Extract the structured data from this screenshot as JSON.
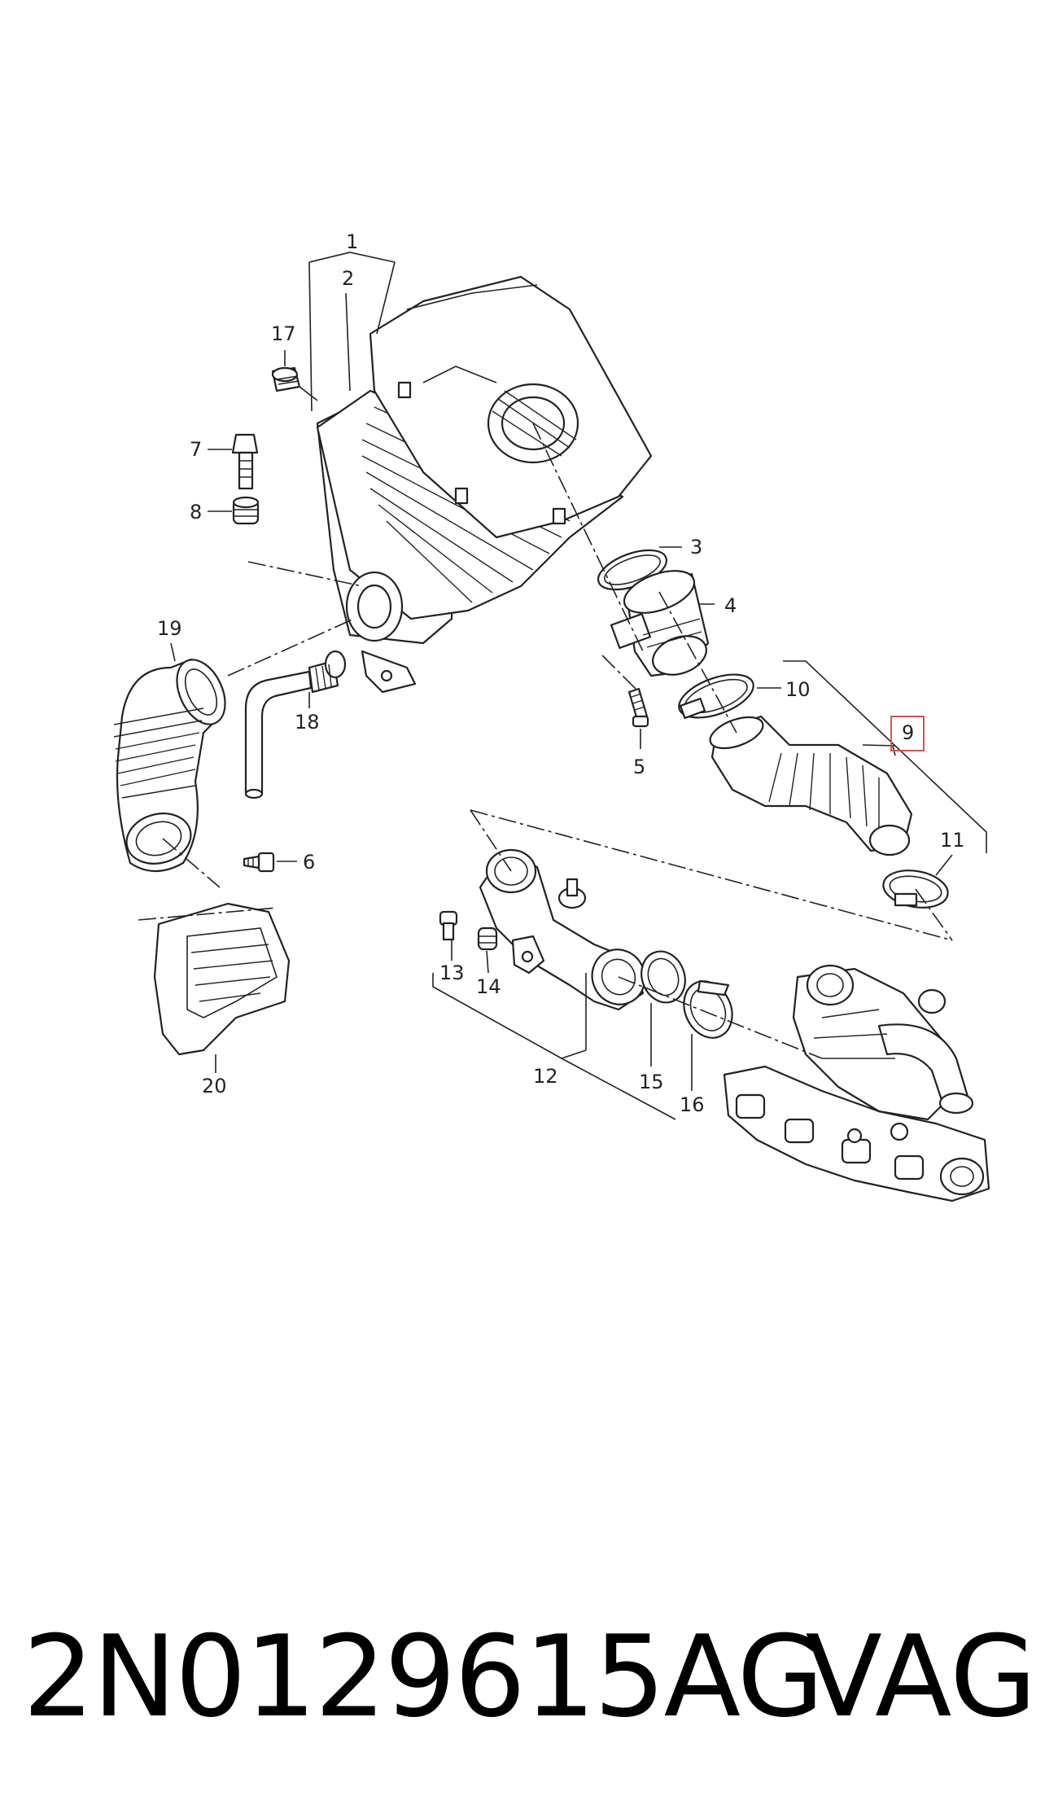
{
  "callouts": {
    "c1": "1",
    "c2": "2",
    "c3": "3",
    "c4": "4",
    "c5": "5",
    "c6": "6",
    "c7": "7",
    "c8": "8",
    "c9": "9",
    "c10": "10",
    "c11": "11",
    "c12": "12",
    "c13": "13",
    "c14": "14",
    "c15": "15",
    "c16": "16",
    "c17": "17",
    "c18": "18",
    "c19": "19",
    "c20": "20"
  },
  "highlighted_callout": "9",
  "highlight_color": "#d9534f",
  "footer": {
    "part_number": "2N0129615AG",
    "brand": "VAG"
  }
}
